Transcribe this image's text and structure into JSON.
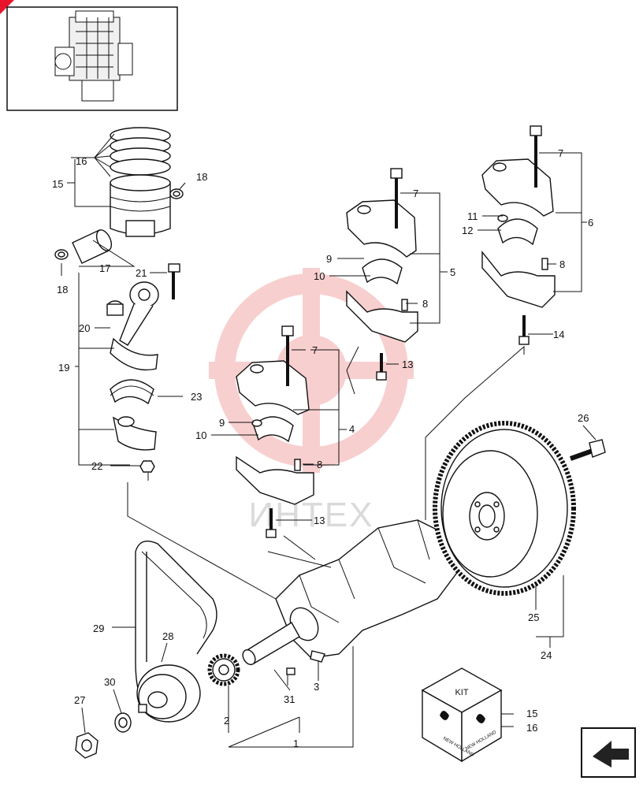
{
  "watermark_text": "ИНТЕХ",
  "kit_box": {
    "label": "KIT",
    "refs": [
      "15",
      "16"
    ],
    "brand": "NEW HOLLAND"
  },
  "callouts": {
    "c1": "1",
    "c2": "2",
    "c3": "3",
    "c4": "4",
    "c5": "5",
    "c6": "6",
    "c7a": "7",
    "c7b": "7",
    "c7c": "7",
    "c8a": "8",
    "c8b": "8",
    "c8c": "8",
    "c9a": "9",
    "c9b": "9",
    "c10a": "10",
    "c10b": "10",
    "c11": "11",
    "c12": "12",
    "c13a": "13",
    "c13b": "13",
    "c14": "14",
    "c15": "15",
    "c16": "16",
    "c17": "17",
    "c18a": "18",
    "c18b": "18",
    "c19": "19",
    "c20": "20",
    "c21": "21",
    "c22": "22",
    "c23": "23",
    "c24": "24",
    "c25": "25",
    "c26": "26",
    "c27": "27",
    "c28": "28",
    "c29": "29",
    "c30": "30",
    "c31": "31"
  },
  "colors": {
    "corner_marker": "#e8142b",
    "watermark": "#f4a9a9",
    "line": "#111111"
  }
}
